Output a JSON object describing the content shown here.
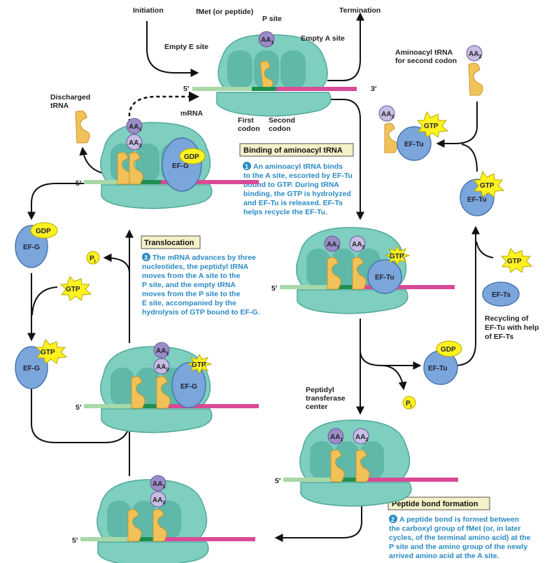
{
  "title": "Elongation cycle of translation",
  "colors": {
    "ribosome": "#7fcfc0",
    "ribosome_dark": "#4fa89a",
    "trna": "#f2c25a",
    "mrna_5prime": "#a8d8a8",
    "mrna_codon": "#1f8f4f",
    "mrna_3prime": "#d94a96",
    "aa1": "#9b8cc8",
    "aa2": "#c7bde3",
    "elongation_factor": "#7aa6dc",
    "gtp": "#fff21f",
    "caption": "#2a8ac4",
    "step_box": "#f4f0c8"
  },
  "labels": {
    "initiation": "Initiation",
    "termination": "Termination",
    "fmet": "fMet (or peptide)",
    "p_site": "P site",
    "empty_e_site": "Empty E site",
    "empty_a_site": "Empty A site",
    "mrna": "mRNA",
    "first_codon": [
      "First",
      "codon"
    ],
    "second_codon": [
      "Second",
      "codon"
    ],
    "five_prime": "5′",
    "three_prime": "3′",
    "aminoacyl_trna": [
      "Aminoacyl tRNA",
      "for second codon"
    ],
    "discharged_trna": [
      "Discharged",
      "tRNA"
    ],
    "peptidyl_transferase": [
      "Peptidyl",
      "transferase",
      "center"
    ],
    "recycling": [
      "Recycling of",
      "EF-Tu with help",
      "of EF-Ts"
    ],
    "aa1": "AA",
    "aa1_sub": "1",
    "aa2": "AA",
    "aa2_sub": "2",
    "gtp": "GTP",
    "gdp": "GDP",
    "ef_tu": "EF-Tu",
    "ef_ts": "EF-Ts",
    "ef_g": "EF-G",
    "pi": "P",
    "pi_sub": "i"
  },
  "steps": [
    {
      "number": "1",
      "title": "Binding of aminoacyl tRNA",
      "lines": [
        "An aminoacyl tRNA binds",
        "to the A site, escorted by EF-Tu",
        "bound to GTP.  During tRNA",
        "binding, the GTP is hydrolyzed",
        "and EF-Tu is released. EF-Ts",
        "helps recycle the EF-Tu."
      ]
    },
    {
      "number": "2",
      "title": "Peptide bond formation",
      "lines": [
        "A peptide bond is formed between",
        "the carboxyl group of fMet (or, in later",
        "cycles, of the terminal amino acid) at the",
        "P site and the amino group of the newly",
        "arrived amino acid at the A site."
      ]
    },
    {
      "number": "3",
      "title": "Translocation",
      "lines": [
        "The mRNA advances by three",
        "nucleotides, the peptidyl tRNA",
        "moves from the A site to the",
        "P site, and the empty tRNA",
        "moves from the P site to the",
        "E site, accompanied by the",
        "hydrolysis of GTP bound to EF-G."
      ]
    }
  ]
}
